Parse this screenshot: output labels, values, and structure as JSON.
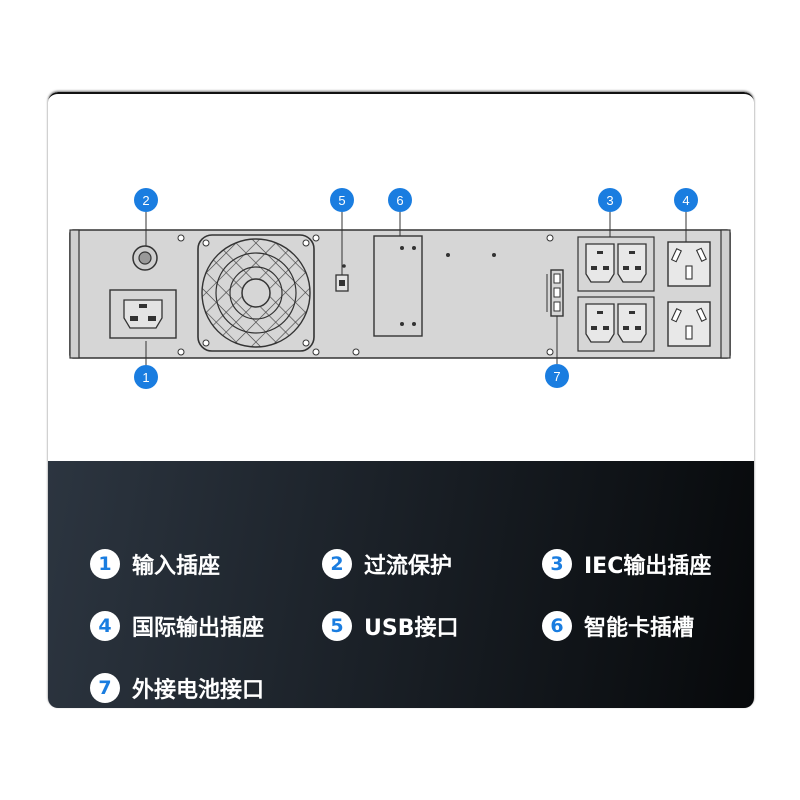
{
  "callouts": [
    "1",
    "2",
    "3",
    "4",
    "5",
    "6",
    "7"
  ],
  "legend": [
    {
      "num": "1",
      "label": "输入插座"
    },
    {
      "num": "2",
      "label": "过流保护"
    },
    {
      "num": "3",
      "label": "IEC输出插座"
    },
    {
      "num": "4",
      "label": "国际输出插座"
    },
    {
      "num": "5",
      "label": "USB接口"
    },
    {
      "num": "6",
      "label": "智能卡插槽"
    },
    {
      "num": "7",
      "label": "外接电池接口"
    }
  ],
  "colors": {
    "callout_blue": "#1a7de0",
    "panel_gray": "#d6d6d6",
    "line_dark": "#333333"
  }
}
